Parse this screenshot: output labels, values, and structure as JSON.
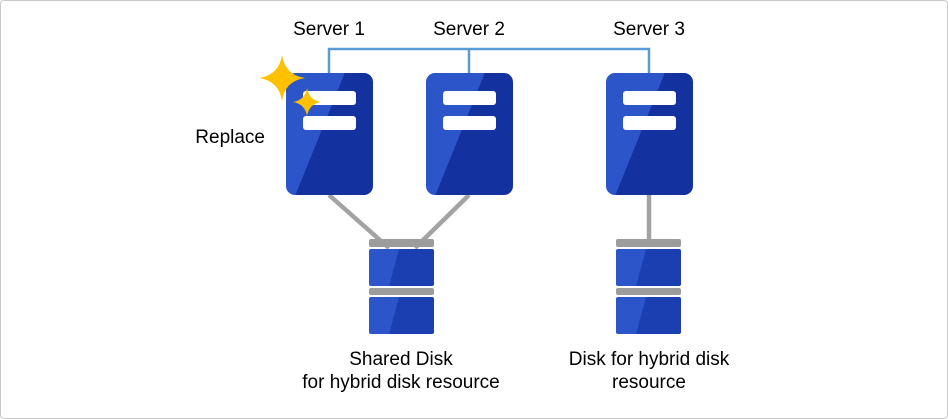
{
  "diagram": {
    "servers": [
      {
        "label": "Server 1"
      },
      {
        "label": "Server 2"
      },
      {
        "label": "Server 3"
      }
    ],
    "replace_label": "Replace",
    "shared_disk_label": [
      "Shared Disk",
      "for hybrid disk resource"
    ],
    "disk3_label": [
      "Disk for hybrid disk",
      "resource"
    ],
    "icons": {
      "sparkle": "sparkle-icon",
      "server": "server-tower-icon",
      "disk": "disk-stack-icon"
    },
    "colors": {
      "server_blue_light": "#2C55CA",
      "server_blue_dark": "#14329F",
      "disk_blue_light": "#2C55CA",
      "disk_blue_dark": "#1B3FB0",
      "disk_cap_gray": "#9C9C9C",
      "network_line": "#5B9BD5",
      "connector_gray": "#A3A3A3",
      "sparkle_yellow": "#FFC000"
    }
  }
}
